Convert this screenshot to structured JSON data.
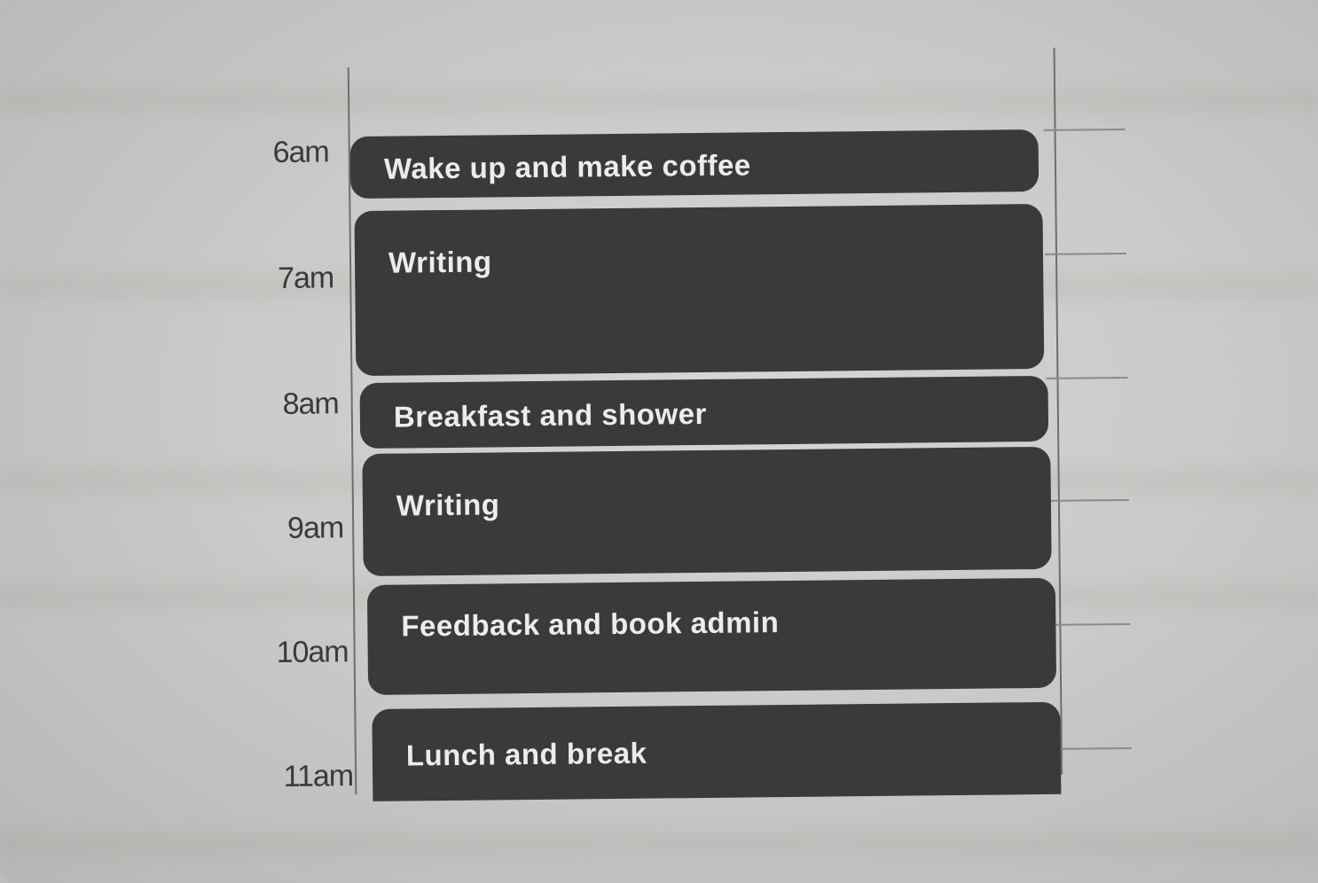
{
  "schedule": {
    "time_labels": [
      "6am",
      "7am",
      "8am",
      "9am",
      "10am",
      "11am"
    ],
    "blocks": [
      {
        "label": "Wake up and make coffee"
      },
      {
        "label": "Writing"
      },
      {
        "label": "Breakfast and shower"
      },
      {
        "label": "Writing"
      },
      {
        "label": "Feedback and book admin"
      },
      {
        "label": "Lunch and break"
      }
    ]
  }
}
